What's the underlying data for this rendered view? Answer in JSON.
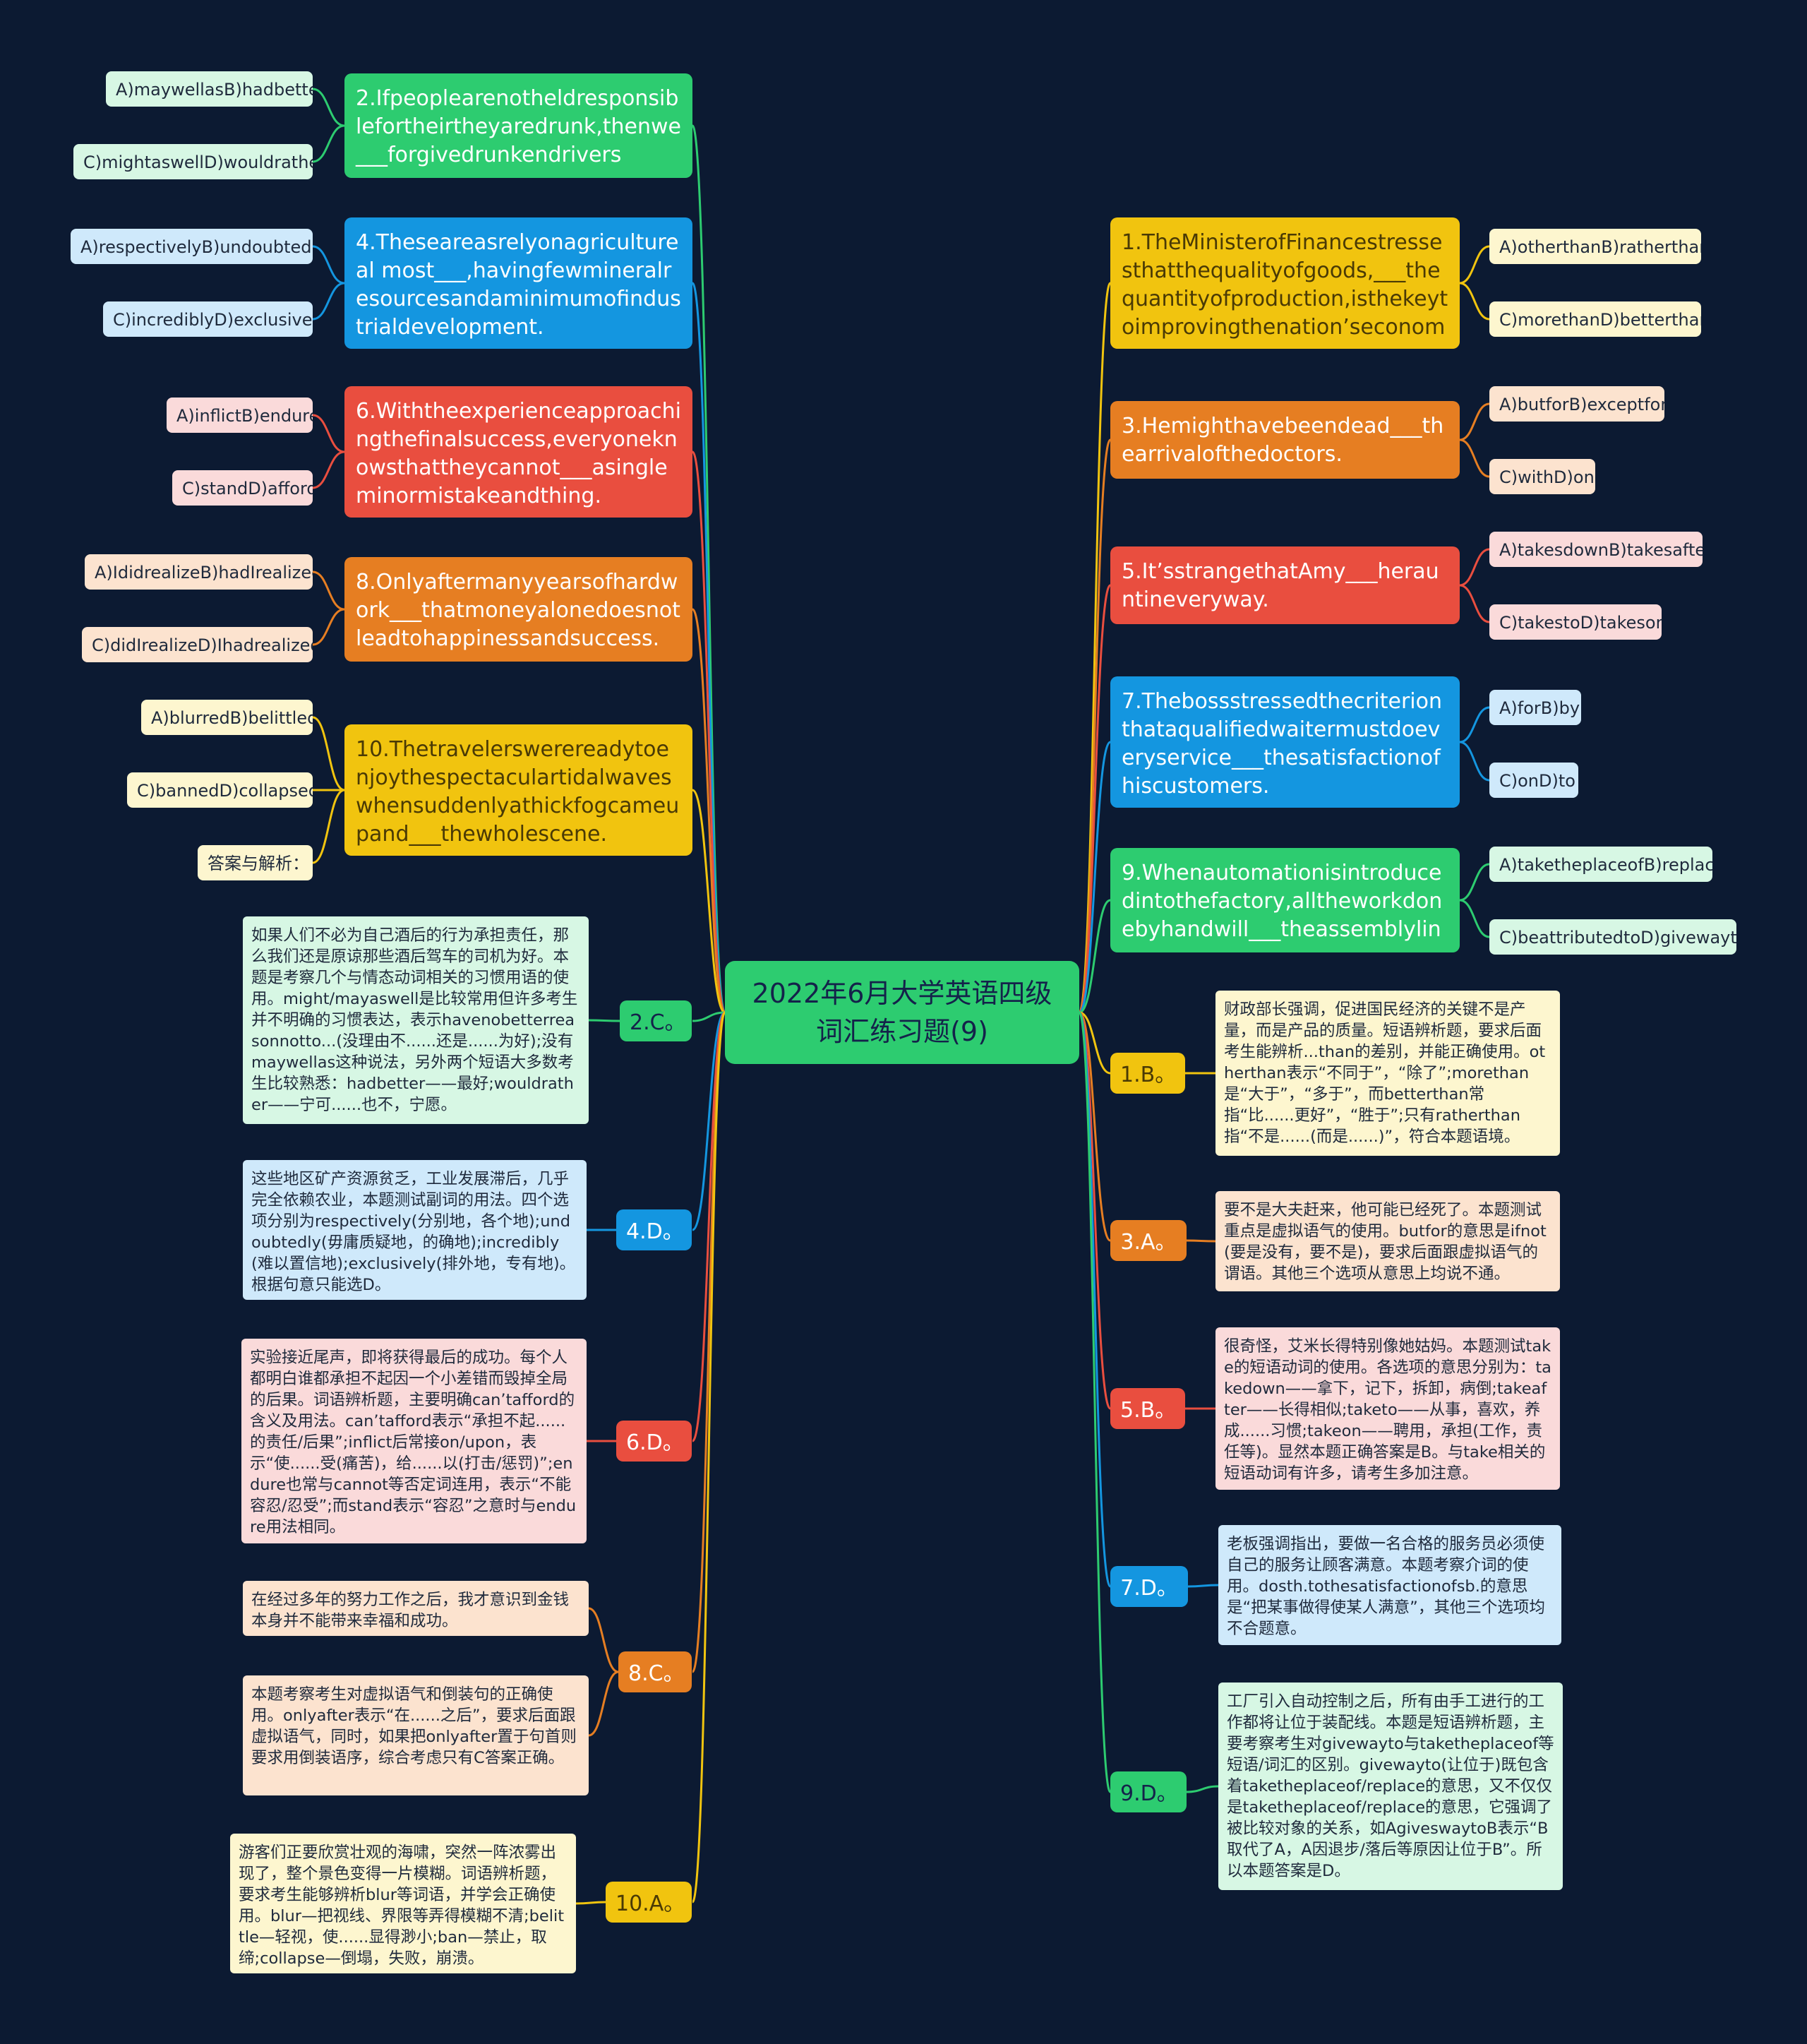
{
  "center": {
    "title": "2022年6月大学英语四级词汇练习题(9)"
  },
  "colors": {
    "green": "#2dcc70",
    "blue": "#1496e0",
    "red": "#e94e3f",
    "orange": "#e67e22",
    "yellow": "#f1c40f",
    "background": "#0c1a32"
  },
  "questions": {
    "q1": {
      "text": "1.TheMinisterofFinancestressesthatthequalityofgoods,___thequantityofproduction,isthekeytoimprovingthenation’seconomy.",
      "options": [
        "A)otherthanB)ratherthan",
        "C)morethanD)betterthan"
      ]
    },
    "q2": {
      "text": "2.Ifpeoplearenotheldresponsiblefortheirtheyaredrunk,thenwe___forgivedrunkendrivers",
      "options": [
        "A)maywellasB)hadbetter",
        "C)mightaswellD)wouldrather"
      ]
    },
    "q3": {
      "text": "3.Hemighthavebeendead___thearrivalofthedoctors.",
      "options": [
        "A)butforB)exceptfor",
        "C)withD)on"
      ]
    },
    "q4": {
      "text": "4.Theseareasrelyonagricultureal most___,havingfewmineralresourcesandaminimumofindustrialdevelopment.",
      "options": [
        "A)respectivelyB)undoubtedly",
        "C)incrediblyD)exclusively"
      ]
    },
    "q5": {
      "text": "5.It’sstrangethatAmy___herauntineveryway.",
      "options": [
        "A)takesdownB)takesafter",
        "C)takestoD)takeson"
      ]
    },
    "q6": {
      "text": "6.Withtheexperienceapproachingthefinalsuccess,everyoneknowsthattheycannot___asingleminormistakeandthing.",
      "options": [
        "A)inflictB)endure",
        "C)standD)afford"
      ]
    },
    "q7": {
      "text": "7.Thebossstressedthecriterionthataqualifiedwaitermustdoeveryservice___thesatisfactionofhiscustomers.",
      "options": [
        "A)forB)by",
        "C)onD)to"
      ]
    },
    "q8": {
      "text": "8.Onlyaftermanyyearsofhardwork___thatmoneyalonedoesnotleadtohappinessandsuccess.",
      "options": [
        "A)IdidrealizeB)hadIrealized",
        "C)didIrealizeD)Ihadrealized"
      ]
    },
    "q9": {
      "text": "9.Whenautomationisintroducedintothefactory,alltheworkdonebyhandwill___theassemblyline.",
      "options": [
        "A)taketheplaceofB)replace",
        "C)beattributedtoD)givewayto"
      ]
    },
    "q10": {
      "text": "10.Thetravelerswerereadytoenjoythespectaculartidalwaveswhensuddenlyathickfogcameupand___thewholescene.",
      "options": [
        "A)blurredB)belittled",
        "C)bannedD)collapsed",
        "答案与解析："
      ]
    }
  },
  "answers": {
    "a1": {
      "label": "1.B。",
      "explanations": [
        "财政部长强调，促进国民经济的关键不是产量，而是产品的质量。短语辨析题，要求后面考生能辨析...than的差别，并能正确使用。otherthan表示“不同于”，“除了”;morethan是“大于”，“多于”，而betterthan常指“比......更好”，“胜于”;只有ratherthan指“不是......(而是......)”，符合本题语境。"
      ]
    },
    "a2": {
      "label": "2.C。",
      "explanations": [
        "如果人们不必为自己酒后的行为承担责任，那么我们还是原谅那些酒后驾车的司机为好。本题是考察几个与情态动词相关的习惯用语的使用。might/mayaswell是比较常用但许多考生并不明确的习惯表达，表示havenobetterreasonnotto...(没理由不......还是......为好);没有maywellas这种说法，另外两个短语大多数考生比较熟悉：hadbetter——最好;wouldrather——宁可......也不，宁愿。"
      ]
    },
    "a3": {
      "label": "3.A。",
      "explanations": [
        "要不是大夫赶来，他可能已经死了。本题测试重点是虚拟语气的使用。butfor的意思是ifnot(要是没有，要不是)，要求后面跟虚拟语气的谓语。其他三个选项从意思上均说不通。"
      ]
    },
    "a4": {
      "label": "4.D。",
      "explanations": [
        "这些地区矿产资源贫乏，工业发展滞后，几乎完全依赖农业，本题测试副词的用法。四个选项分别为respectively(分别地，各个地);undoubtedly(毋庸质疑地，的确地);incredibly(难以置信地);exclusively(排外地，专有地)。根据句意只能选D。"
      ]
    },
    "a5": {
      "label": "5.B。",
      "explanations": [
        "很奇怪，艾米长得特别像她姑妈。本题测试take的短语动词的使用。各选项的意思分别为：takedown——拿下，记下，拆卸，病倒;takeafter——长得相似;taketo——从事，喜欢，养成......习惯;takeon——聘用，承担(工作，责任等)。显然本题正确答案是B。与take相关的短语动词有许多，请考生多加注意。"
      ]
    },
    "a6": {
      "label": "6.D。",
      "explanations": [
        "实验接近尾声，即将获得最后的成功。每个人都明白谁都承担不起因一个小差错而毁掉全局的后果。词语辨析题，主要明确can’tafford的含义及用法。can’tafford表示“承担不起......的责任/后果”;inflict后常接on/upon，表示“使......受(痛苦)，给......以(打击/惩罚)”;endure也常与cannot等否定词连用，表示“不能容忍/忍受”;而stand表示“容忍”之意时与endure用法相同。"
      ]
    },
    "a7": {
      "label": "7.D。",
      "explanations": [
        "老板强调指出，要做一名合格的服务员必须使自己的服务让顾客满意。本题考察介词的使用。dosth.tothesatisfactionofsb.的意思是“把某事做得使某人满意”，其他三个选项均不合题意。"
      ]
    },
    "a8": {
      "label": "8.C。",
      "explanations": [
        "在经过多年的努力工作之后，我才意识到金钱本身并不能带来幸福和成功。",
        "本题考察考生对虚拟语气和倒装句的正确使用。onlyafter表示“在......之后”，要求后面跟虚拟语气，同时，如果把onlyafter置于句首则要求用倒装语序，综合考虑只有C答案正确。"
      ]
    },
    "a9": {
      "label": "9.D。",
      "explanations": [
        "工厂引入自动控制之后，所有由手工进行的工作都将让位于装配线。本题是短语辨析题，主要考察考生对givewayto与taketheplaceof等短语/词汇的区别。givewayto(让位于)既包含着taketheplaceof/replace的意思，又不仅仅是taketheplaceof/replace的意思，它强调了被比较对象的关系，如AgiveswaytoB表示“B取代了A，A因退步/落后等原因让位于B”。所以本题答案是D。"
      ]
    },
    "a10": {
      "label": "10.A。",
      "explanations": [
        "游客们正要欣赏壮观的海啸，突然一阵浓雾出现了，整个景色变得一片模糊。词语辨析题，要求考生能够辨析blur等词语，并学会正确使用。blur—把视线、界限等弄得模糊不清;belittle—轻视，使......显得渺小;ban—禁止，取缔;collapse—倒塌，失败，崩溃。"
      ]
    }
  }
}
